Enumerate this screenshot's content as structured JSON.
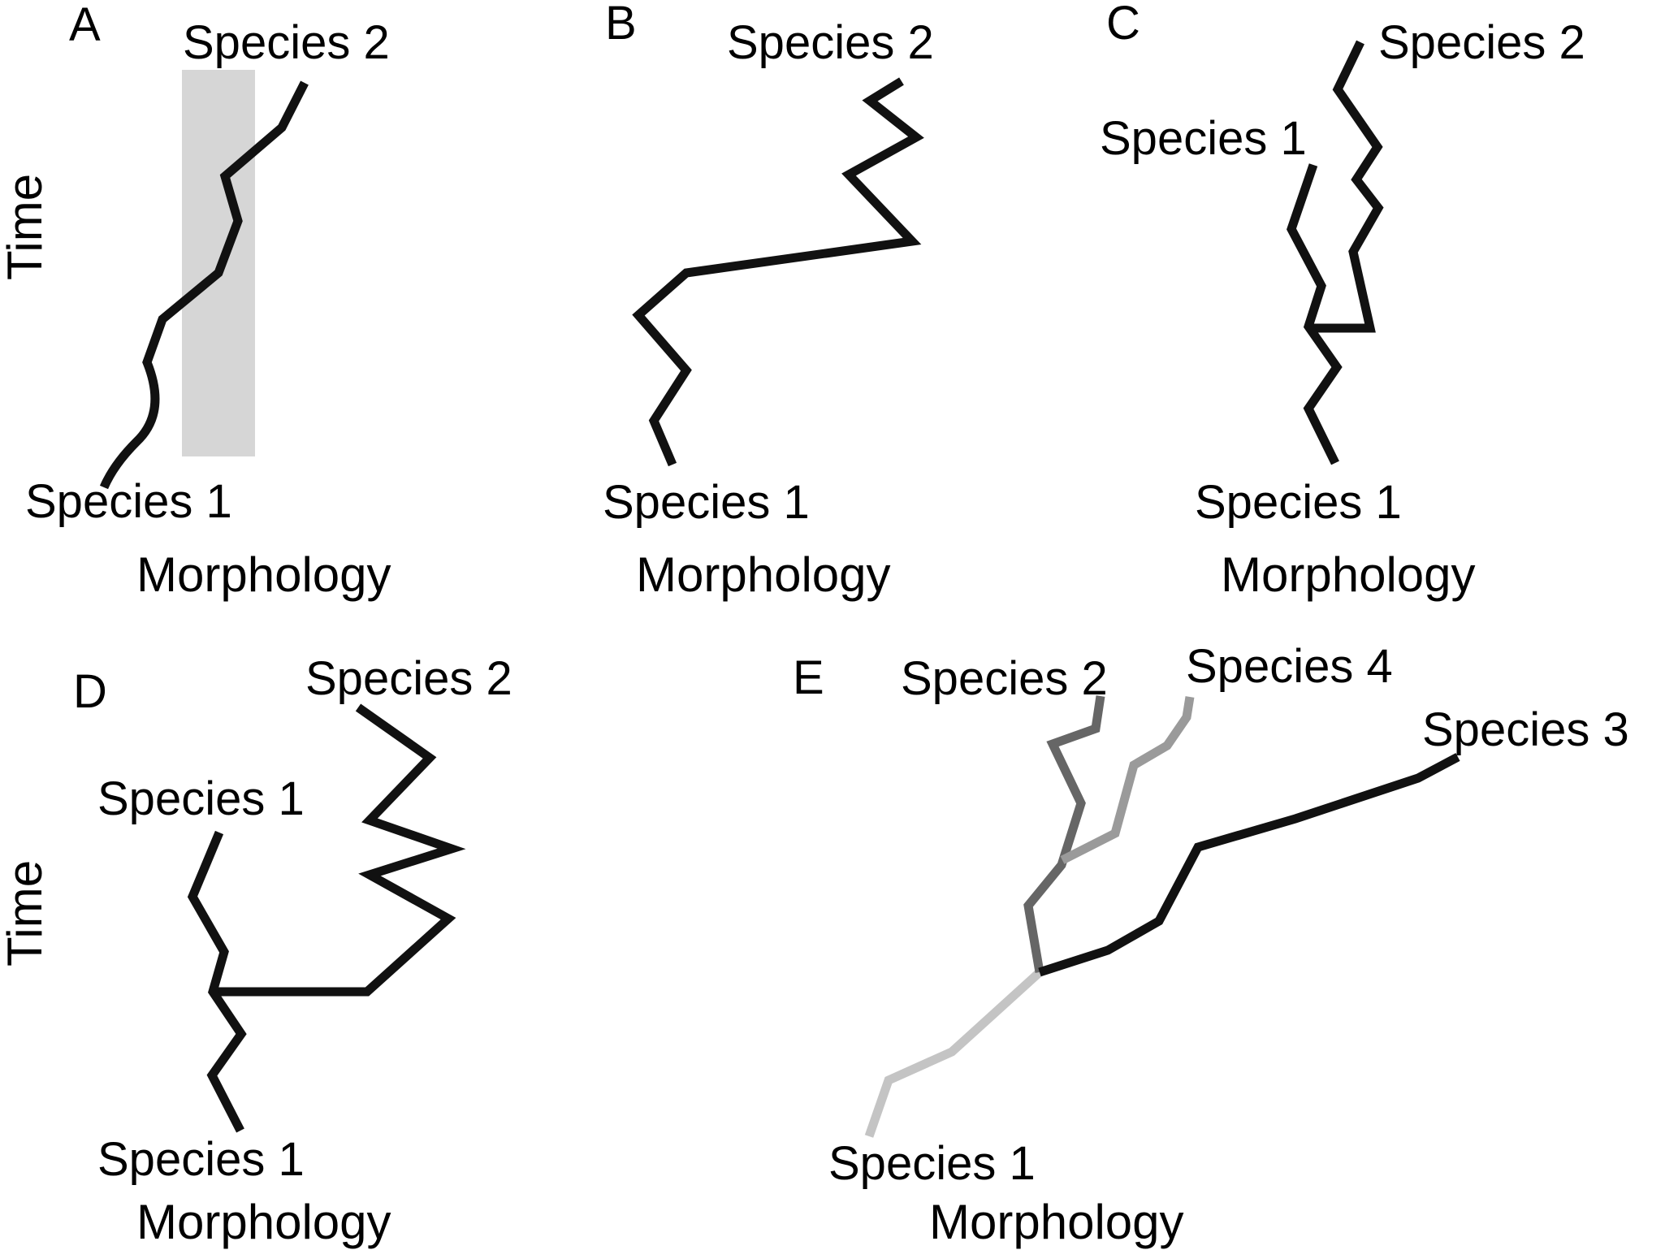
{
  "colors": {
    "background": "#ffffff",
    "text": "#000000",
    "lineage_black": "#111111",
    "lineage_dark_gray": "#666666",
    "lineage_mid_gray": "#9a9a9a",
    "lineage_light_gray": "#c4c4c4",
    "shaded_region": "#d6d6d6"
  },
  "panels": {
    "A": {
      "letter": "A",
      "species_top": "Species 2",
      "species_bottom": "Species 1",
      "xlabel": "Morphology",
      "ylabel": "Time"
    },
    "B": {
      "letter": "B",
      "species_top": "Species 2",
      "species_bottom": "Species 1",
      "xlabel": "Morphology"
    },
    "C": {
      "letter": "C",
      "species_top": "Species 2",
      "species_mid": "Species 1",
      "species_bottom": "Species 1",
      "xlabel": "Morphology"
    },
    "D": {
      "letter": "D",
      "species_top": "Species 2",
      "species_mid": "Species 1",
      "species_bottom": "Species 1",
      "xlabel": "Morphology",
      "ylabel": "Time"
    },
    "E": {
      "letter": "E",
      "species_2": "Species 2",
      "species_4": "Species 4",
      "species_3": "Species 3",
      "species_bottom": "Species 1",
      "xlabel": "Morphology"
    }
  }
}
